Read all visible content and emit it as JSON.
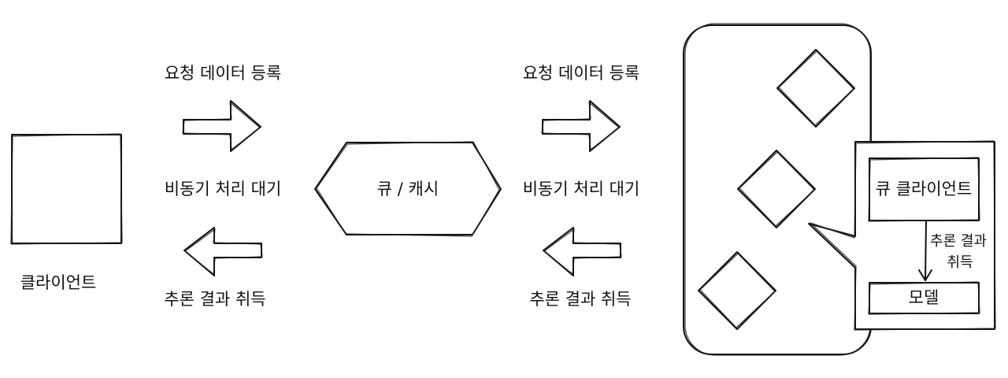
{
  "client": {
    "label": "클라이언트"
  },
  "flow_left": {
    "register": "요청 데이터 등록",
    "wait": "비동기 처리 대기",
    "fetch": "추론 결과 취득"
  },
  "queue": {
    "label": "큐 / 캐시"
  },
  "flow_right": {
    "register": "요청 데이터 등록",
    "wait": "비동기 처리 대기",
    "fetch": "추론 결과 취득"
  },
  "server": {
    "queue_client": "큐 클라이언트",
    "fetch_line1": "추론 결과",
    "fetch_line2": "취득",
    "model": "모델"
  }
}
